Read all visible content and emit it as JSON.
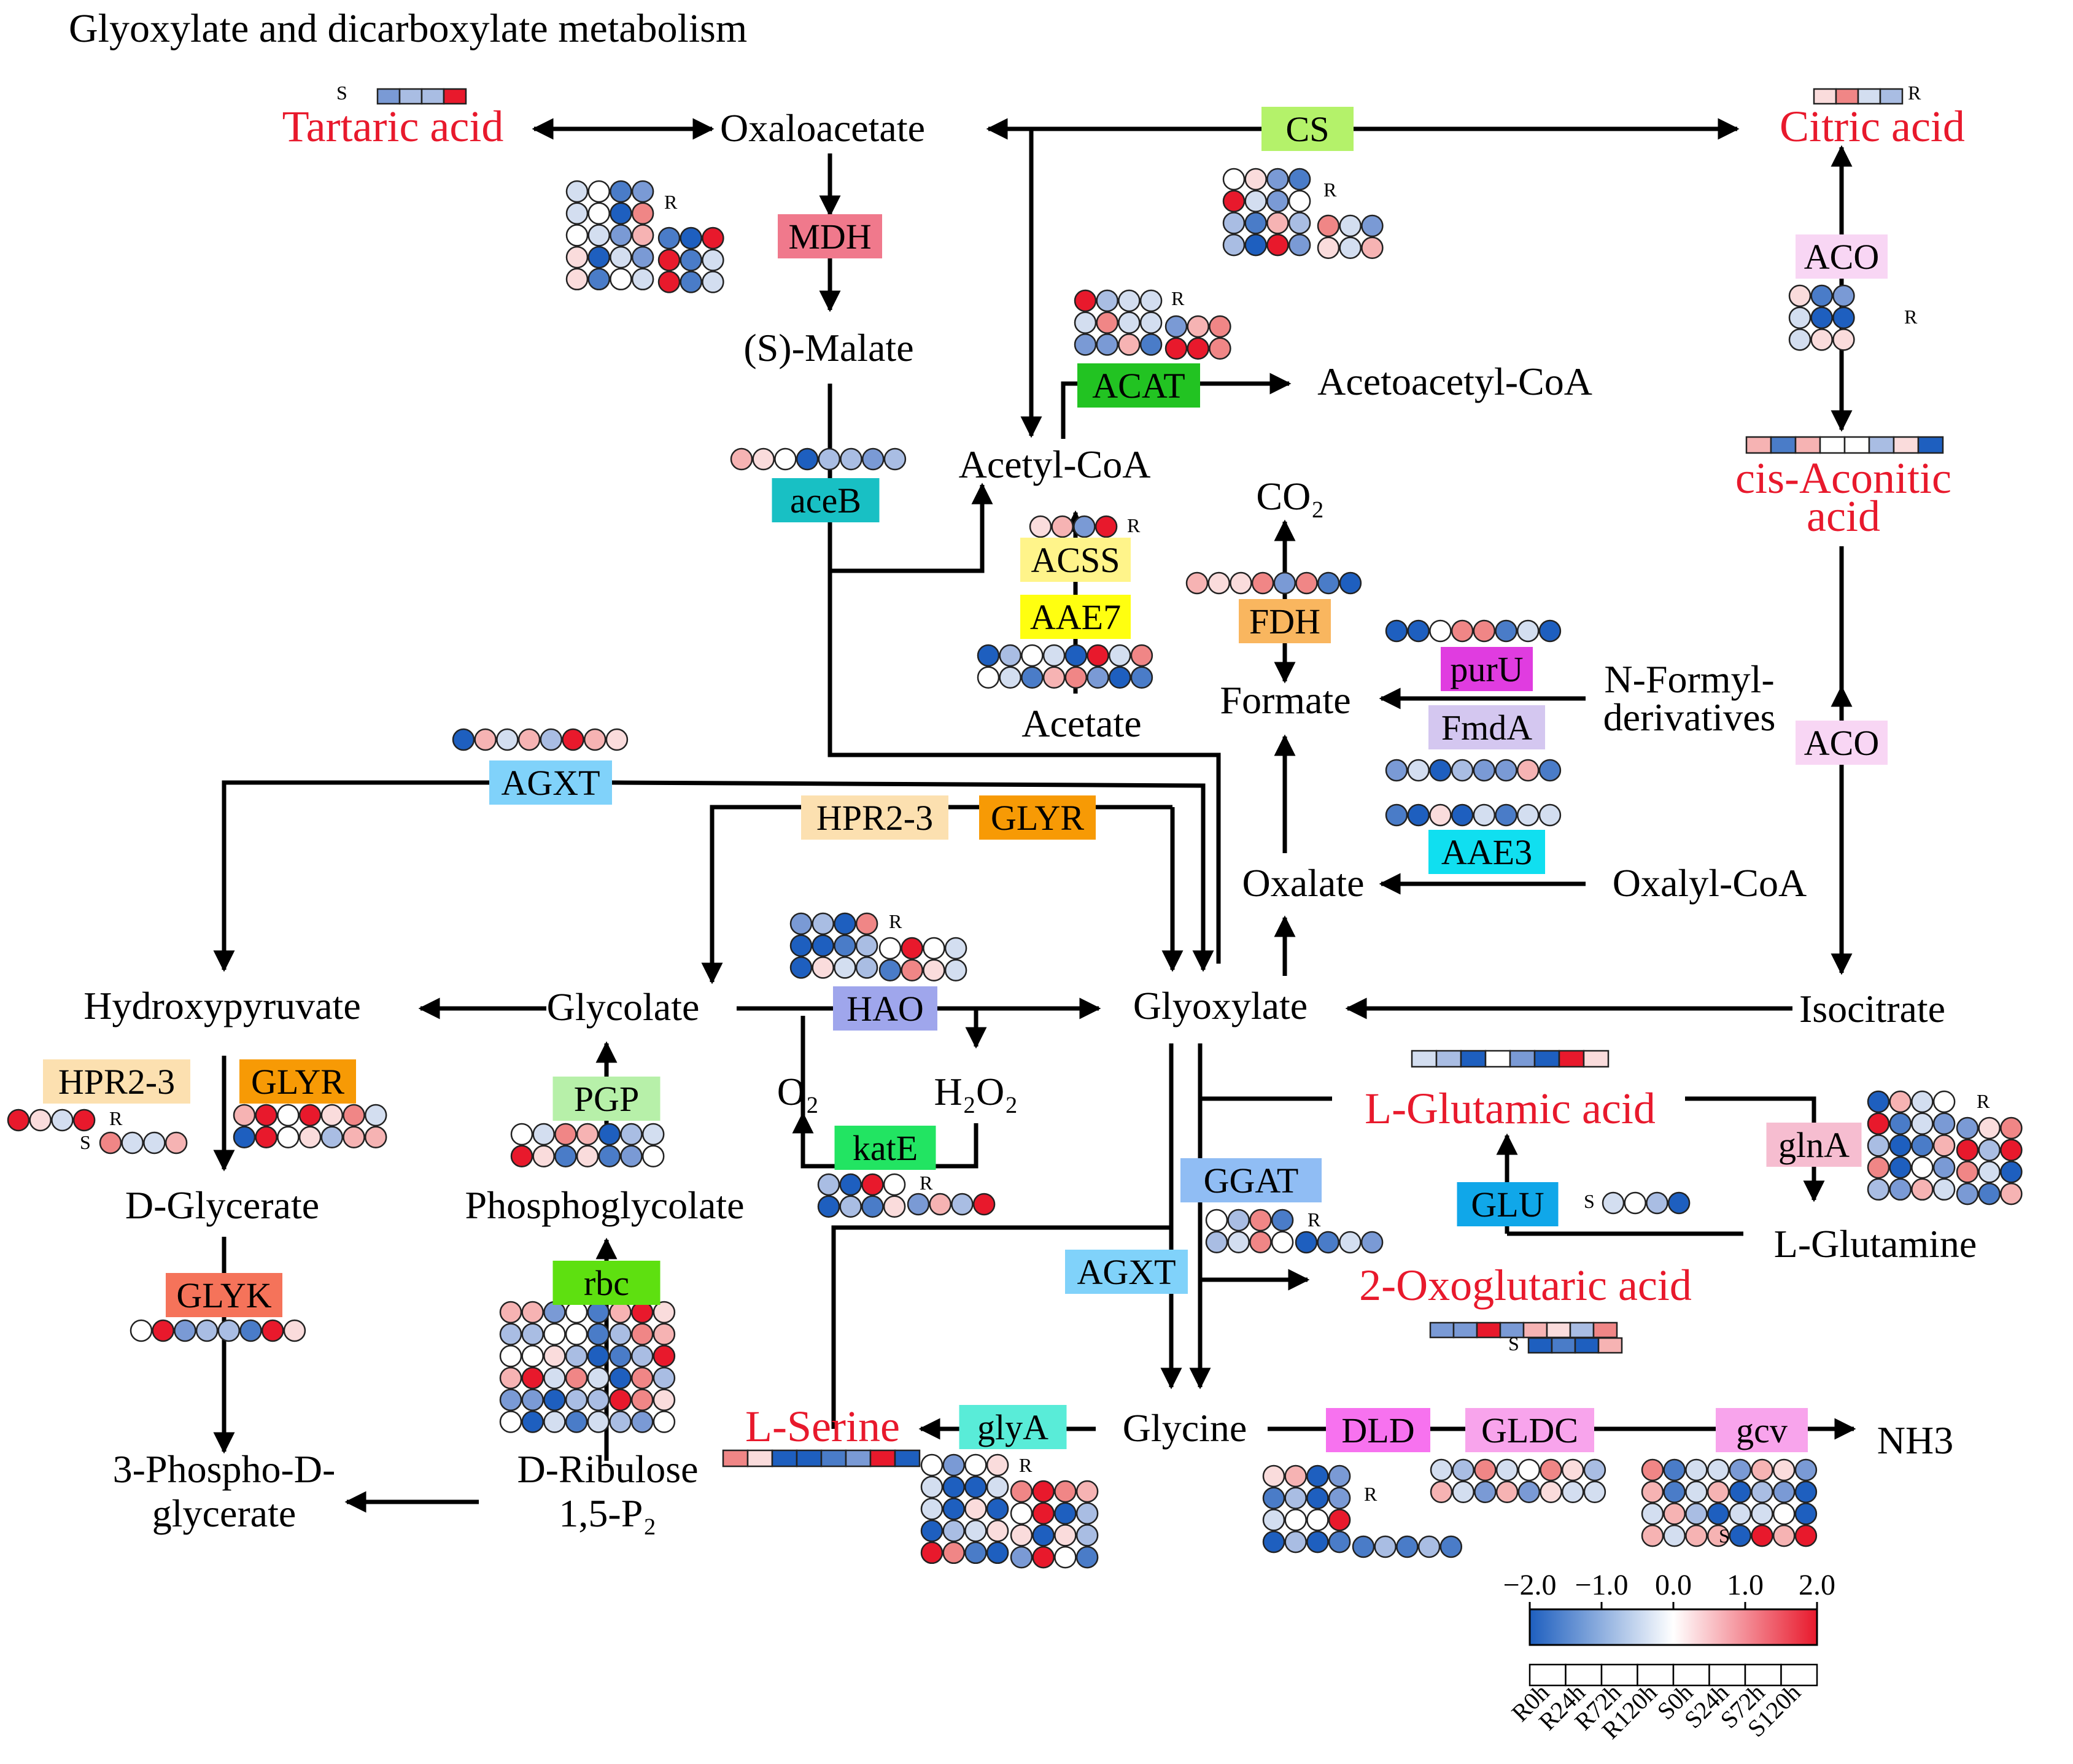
{
  "title": "Glyoxylate and dicarboxylate metabolism",
  "colors": {
    "metabolite": "#000000",
    "highlight": "#e8192c",
    "low": "#1e5fbf",
    "mid": "#ffffff",
    "high": "#e8192c"
  },
  "nodes": {
    "tartaric_acid": "Tartaric acid",
    "oxaloacetate": "Oxaloacetate",
    "citric_acid": "Citric acid",
    "s_malate": "(S)-Malate",
    "acetoacetyl_coa": "Acetoacetyl-CoA",
    "acetyl_coa": "Acetyl-CoA",
    "co2": "CO₂",
    "cis_aconitic_1": "cis-Aconitic",
    "cis_aconitic_2": "acid",
    "formate": "Formate",
    "n_formyl_1": "N-Formyl-",
    "n_formyl_2": "derivatives",
    "acetate": "Acetate",
    "oxalate": "Oxalate",
    "oxalyl_coa": "Oxalyl-CoA",
    "hydroxypyruvate": "Hydroxypyruvate",
    "glycolate": "Glycolate",
    "glyoxylate": "Glyoxylate",
    "isocitrate": "Isocitrate",
    "o2": "O₂",
    "h2o2": "H₂O₂",
    "l_glutamic_acid": "L-Glutamic acid",
    "d_glycerate": "D-Glycerate",
    "phosphoglycolate": "Phosphoglycolate",
    "l_glutamine": "L-Glutamine",
    "oxoglutaric_acid": "2-Oxoglutaric acid",
    "l_serine": "L-Serine",
    "glycine": "Glycine",
    "nh3": "NH3",
    "phospho_glycerate_1": "3-Phospho-D-",
    "phospho_glycerate_2": "glycerate",
    "ribulose_1": "D-Ribulose",
    "ribulose_2": "1,5-P₂"
  },
  "enzymes": {
    "cs": "CS",
    "mdh": "MDH",
    "aco_top": "ACO",
    "acat": "ACAT",
    "aceb": "aceB",
    "acss": "ACSS",
    "aae7": "AAE7",
    "fdh": "FDH",
    "puru": "purU",
    "fmda": "FmdA",
    "aco_mid": "ACO",
    "agxt_top": "AGXT",
    "hpr_top": "HPR2-3",
    "glyr_top": "GLYR",
    "aae3": "AAE3",
    "hao": "HAO",
    "hpr_left": "HPR2-3",
    "glyr_left": "GLYR",
    "pgp": "PGP",
    "kate": "katE",
    "ggat": "GGAT",
    "glu": "GLU",
    "glna": "glnA",
    "glyk": "GLYK",
    "rbc": "rbc",
    "agxt_mid": "AGXT",
    "glya": "glyA",
    "dld": "DLD",
    "gldc": "GLDC",
    "gcv": "gcv"
  },
  "enzyme_colors": {
    "cs": "#b4f26a",
    "mdh": "#f0798c",
    "aco_top": "#f8d6f4",
    "acat": "#22c322",
    "aceb": "#18c0c4",
    "acss": "#fff48a",
    "aae7": "#ffff10",
    "fdh": "#f9b65f",
    "puru": "#e03ce0",
    "fmda": "#d4c7f0",
    "aco_mid": "#f8d6f4",
    "agxt_top": "#80d2fa",
    "hpr_top": "#fce0b0",
    "glyr_top": "#f79a05",
    "aae3": "#10dff0",
    "hao": "#9fa6ec",
    "hpr_left": "#fce0b0",
    "glyr_left": "#f79a05",
    "pgp": "#b7f0a9",
    "kate": "#22e462",
    "ggat": "#90bdf4",
    "glu": "#10a7e9",
    "glna": "#f6bdd0",
    "glyk": "#f5735a",
    "rbc": "#5ee010",
    "agxt_mid": "#80d2fa",
    "glya": "#59ecd8",
    "dld": "#f772ef",
    "gldc": "#f8a4ec",
    "gcv": "#f8a4ec"
  },
  "marks": {
    "s": "S",
    "r": "R"
  },
  "legend": {
    "ticks": [
      "−2.0",
      "−1.0",
      "0.0",
      "1.0",
      "2.0"
    ],
    "samples": [
      "R0h",
      "R24h",
      "R72h",
      "R120h",
      "S0h",
      "S24h",
      "S72h",
      "S120h"
    ]
  }
}
